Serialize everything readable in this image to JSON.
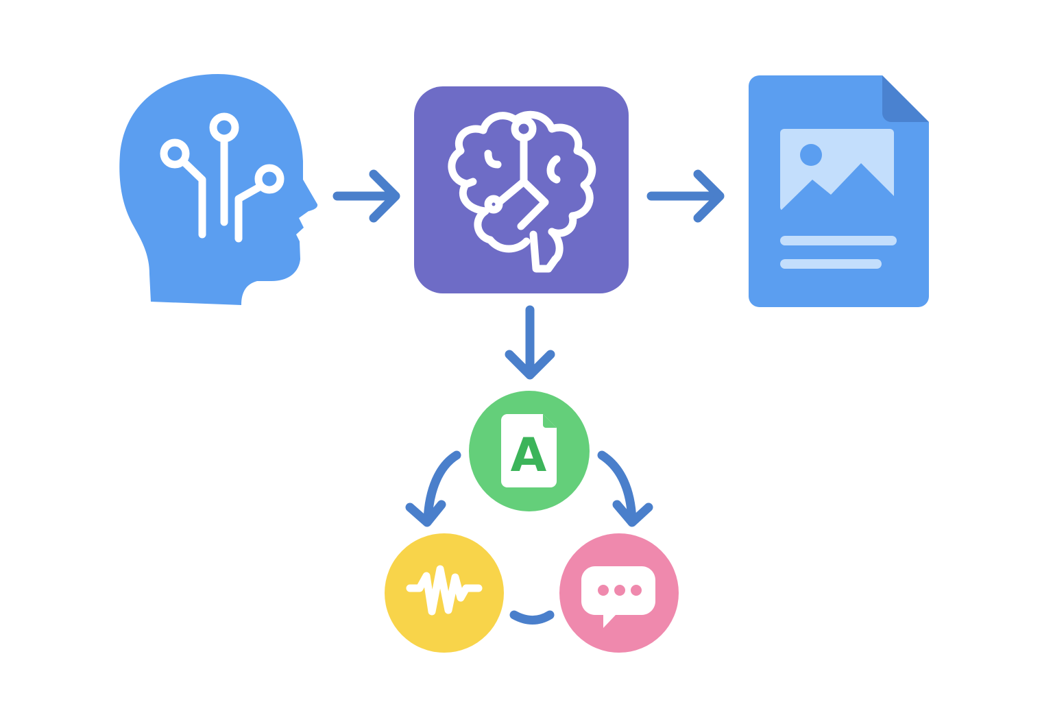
{
  "colors": {
    "background": "#ffffff",
    "head": "#5b9ef0",
    "brain_box": "#6e6cc6",
    "document": "#5b9ef0",
    "document_fold": "#4a82d0",
    "document_image": "#c3defc",
    "document_lines": "#c3defc",
    "arrow": "#4a7fcb",
    "text_node": "#64cf7a",
    "text_letter": "#3cb45a",
    "audio_node": "#f8d44a",
    "chat_node": "#ef89ad",
    "chat_dots": "#ef89ad"
  },
  "nodes": {
    "head": {
      "icon": "ai-head-icon"
    },
    "brain": {
      "icon": "brain-circuit-icon"
    },
    "document": {
      "icon": "image-document-icon"
    },
    "text": {
      "icon": "text-file-icon",
      "letter": "A"
    },
    "audio": {
      "icon": "audio-waveform-icon"
    },
    "chat": {
      "icon": "chat-bubble-icon"
    }
  },
  "edges": [
    {
      "from": "head",
      "to": "brain",
      "icon": "arrow-right-icon"
    },
    {
      "from": "brain",
      "to": "document",
      "icon": "arrow-right-icon"
    },
    {
      "from": "brain",
      "to": "text",
      "icon": "arrow-down-icon"
    },
    {
      "from": "text",
      "to": "audio",
      "icon": "curved-arrow-icon"
    },
    {
      "from": "text",
      "to": "chat",
      "icon": "curved-arrow-icon"
    },
    {
      "from": "audio",
      "to": "chat",
      "icon": "connector-line"
    }
  ]
}
